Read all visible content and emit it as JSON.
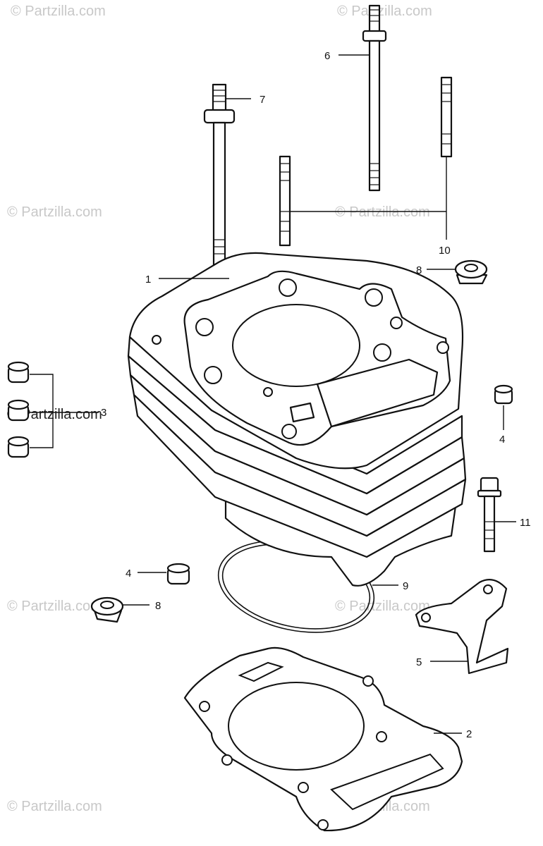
{
  "watermark": "© Partzilla.com",
  "callouts": {
    "c1": "1",
    "c2": "2",
    "c3": "3",
    "c4a": "4",
    "c4b": "4",
    "c5": "5",
    "c6": "6",
    "c7": "7",
    "c8a": "8",
    "c8b": "8",
    "c9": "9",
    "c10": "10",
    "c11": "11"
  }
}
